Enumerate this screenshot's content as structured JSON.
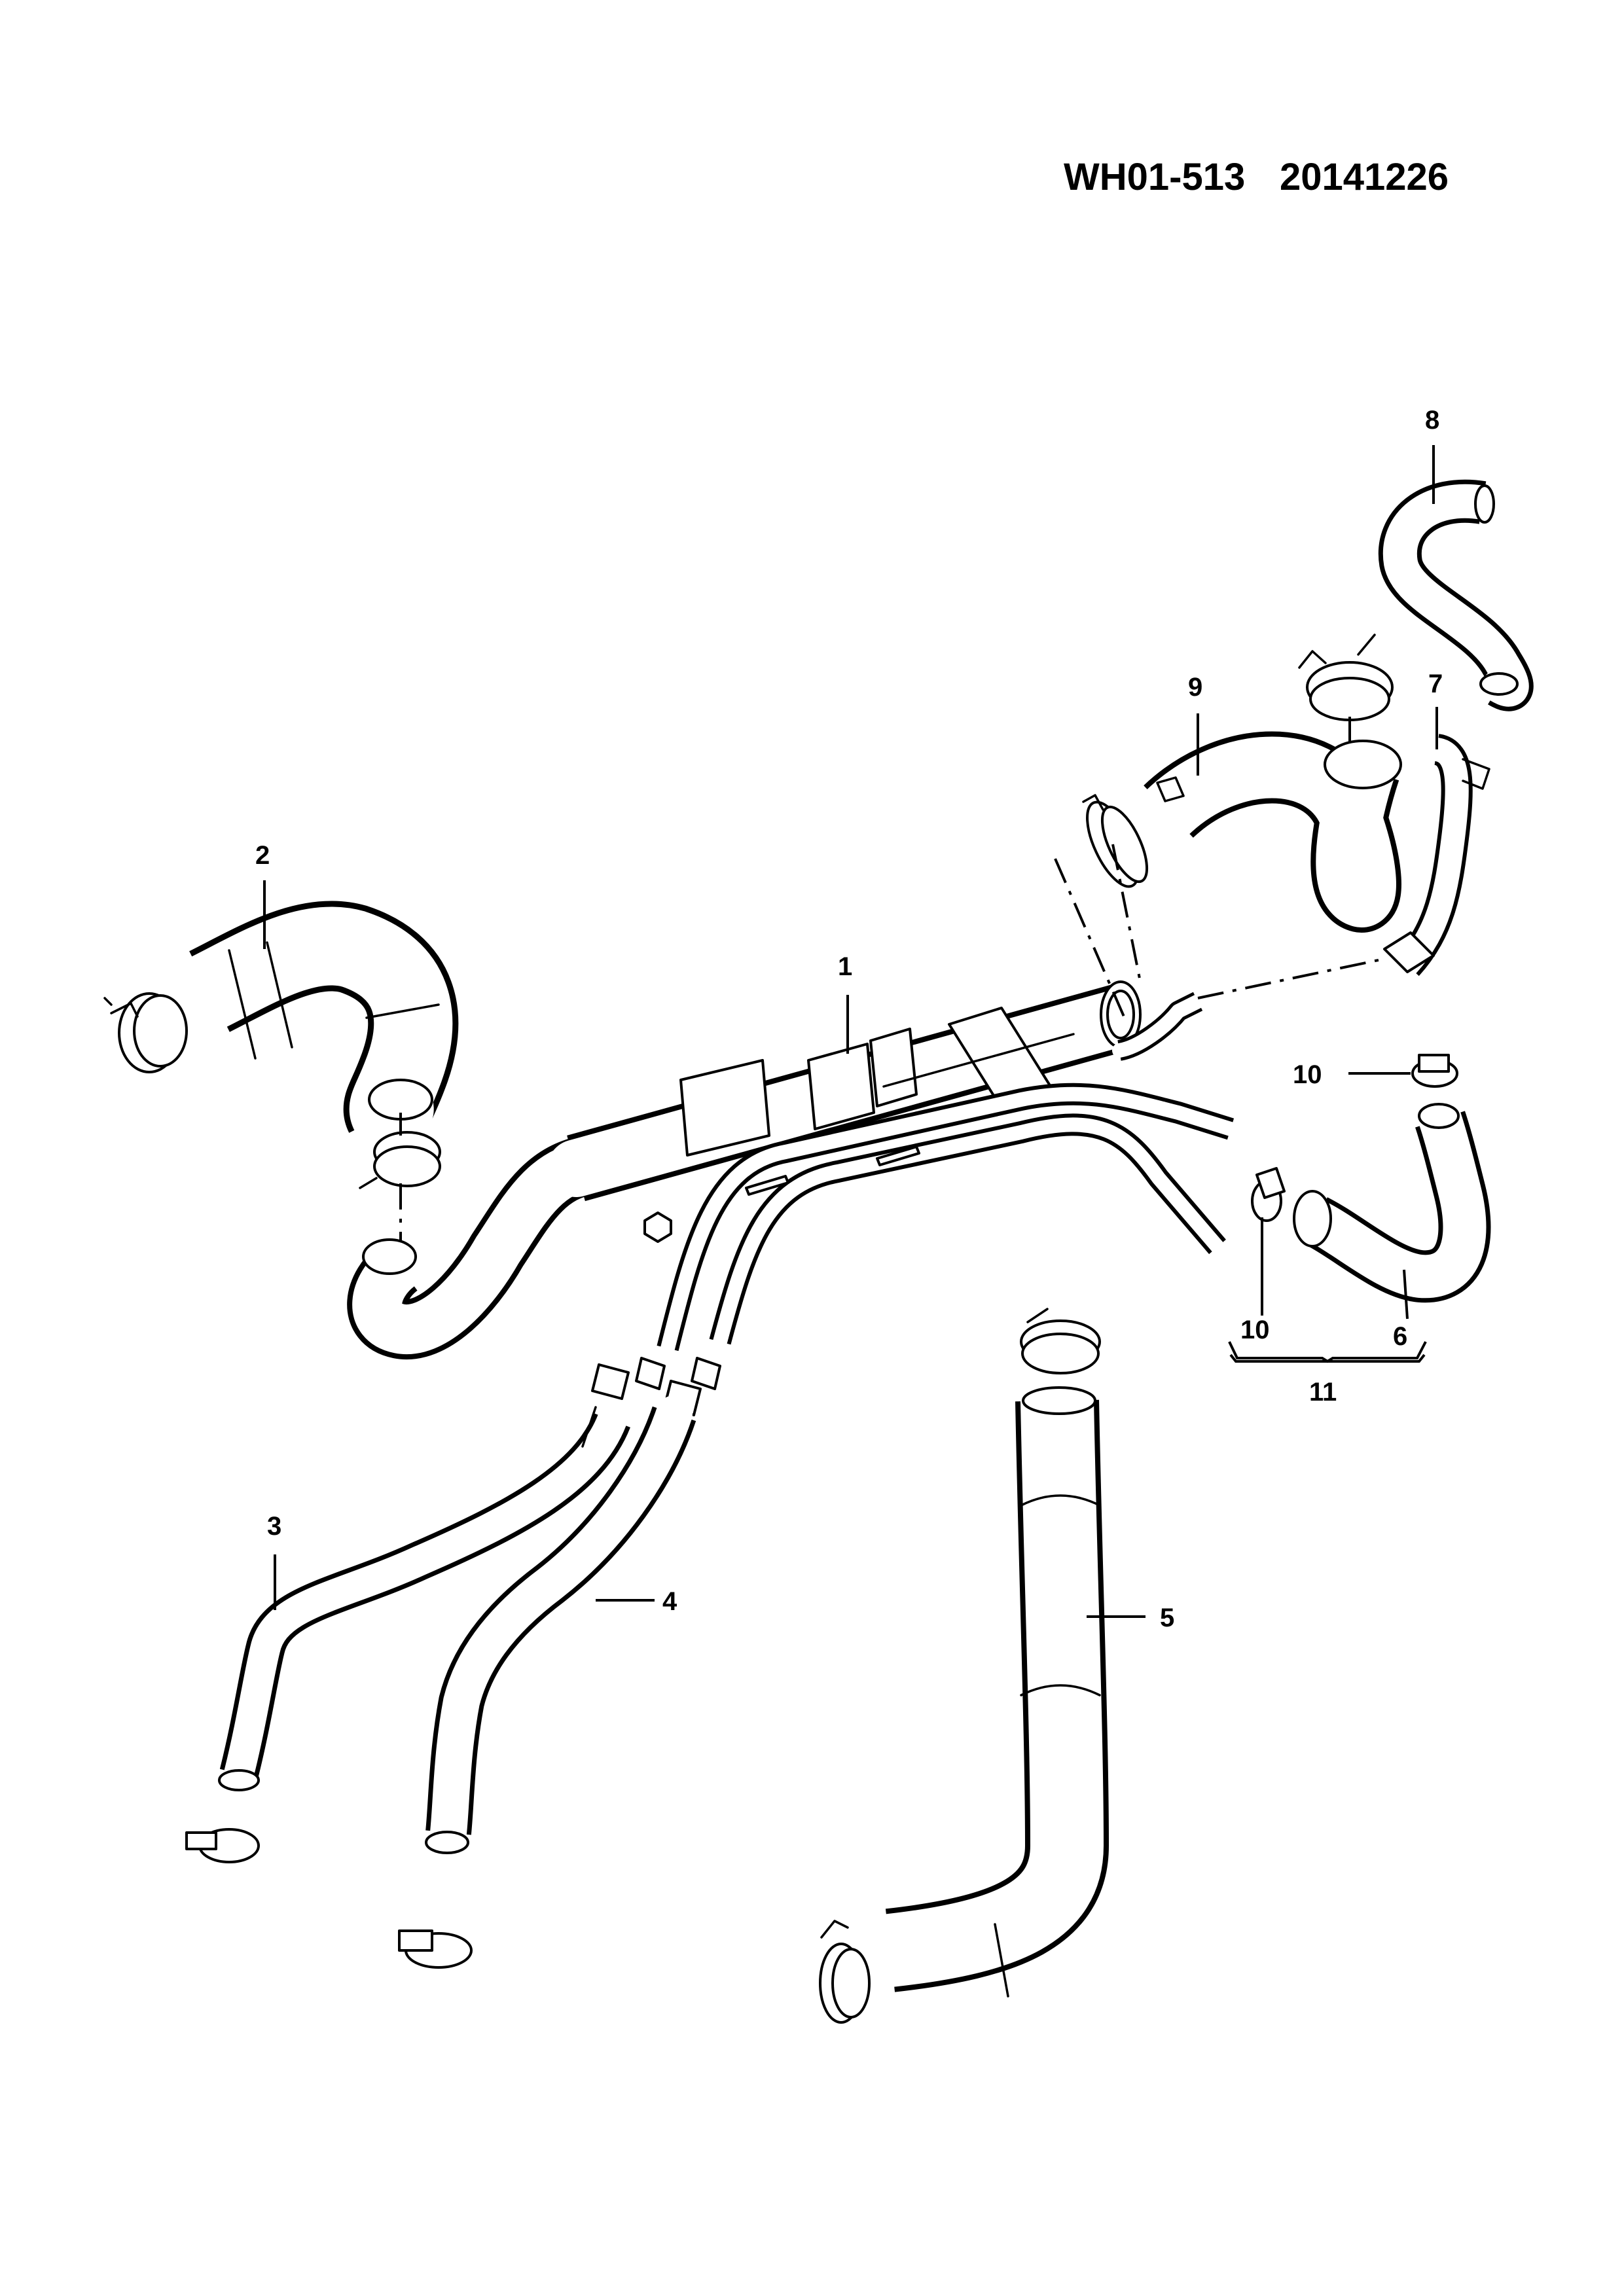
{
  "diagram": {
    "reference_code": "WH01-513",
    "date_code": "20141226",
    "callouts": {
      "c1": "1",
      "c2": "2",
      "c3": "3",
      "c4": "4",
      "c5": "5",
      "c6": "6",
      "c7": "7",
      "c8": "8",
      "c9": "9",
      "c10a": "10",
      "c10b": "10",
      "c11": "11"
    }
  }
}
